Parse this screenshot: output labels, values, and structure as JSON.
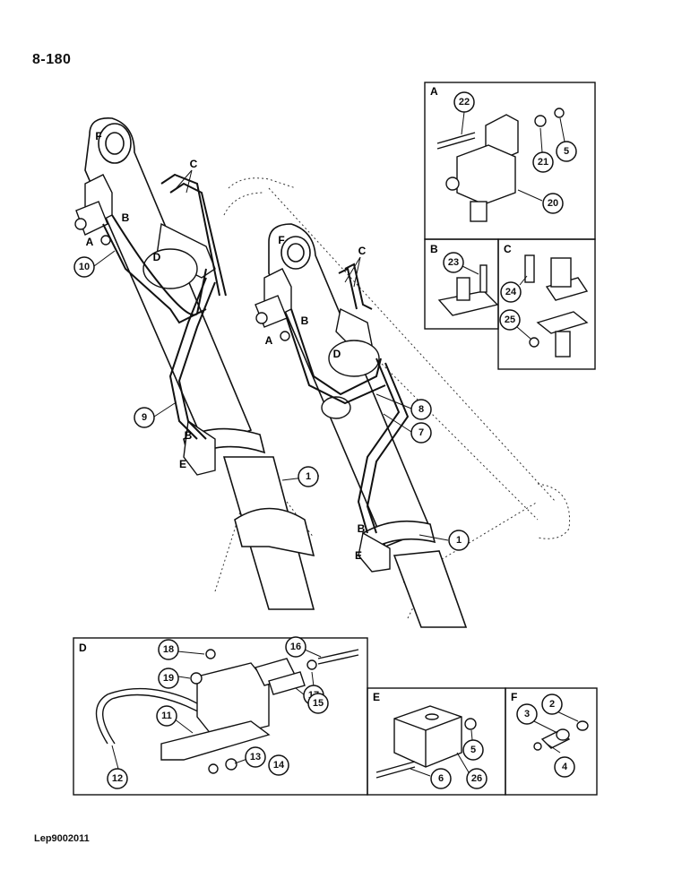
{
  "page": {
    "number": "8-180",
    "reference": "Lep9002011"
  },
  "panels": {
    "A": {
      "letter": "A",
      "callouts": [
        "22",
        "21",
        "5",
        "20"
      ]
    },
    "B": {
      "letter": "B",
      "callouts": [
        "23"
      ]
    },
    "C": {
      "letter": "C",
      "callouts": [
        "24",
        "25"
      ]
    },
    "D": {
      "letter": "D",
      "callouts": [
        "18",
        "19",
        "16",
        "17",
        "15",
        "11",
        "12",
        "13",
        "14"
      ]
    },
    "E": {
      "letter": "E",
      "callouts": [
        "5",
        "6",
        "26"
      ]
    },
    "F": {
      "letter": "F",
      "callouts": [
        "2",
        "3",
        "4"
      ]
    }
  },
  "main_callouts": [
    "10",
    "9",
    "1",
    "8",
    "7",
    "1"
  ],
  "view_letters": [
    "F",
    "C",
    "B",
    "A",
    "D",
    "B",
    "E",
    "F",
    "C",
    "B",
    "A",
    "D",
    "B",
    "E"
  ]
}
